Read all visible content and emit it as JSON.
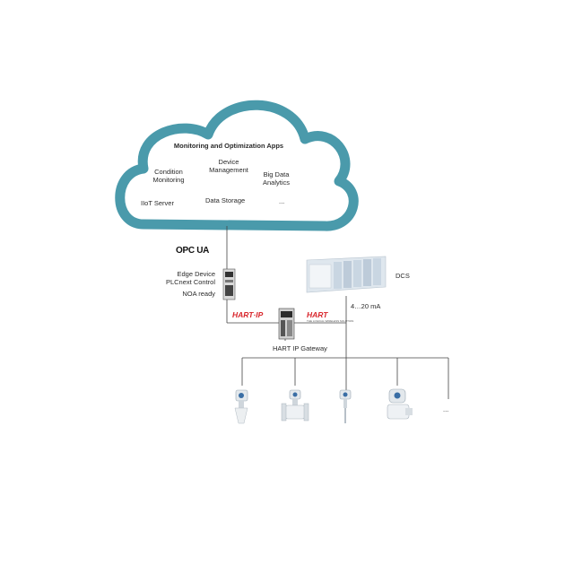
{
  "cloud": {
    "title": "Monitoring and Optimization Apps",
    "items": {
      "condition_monitoring": [
        "Condition",
        "Monitoring"
      ],
      "device_management": [
        "Device",
        "Management"
      ],
      "big_data_analytics": [
        "Big Data",
        "Analytics"
      ],
      "iiot_server": "IIoT Server",
      "data_storage": "Data Storage",
      "more": "..."
    }
  },
  "protocol_logo": "OPC UA",
  "edge_device": {
    "lines": [
      "Edge Device",
      "PLCnext Control",
      "NOA ready"
    ]
  },
  "hart_ip_logo": "HART·IP",
  "hart_logo": "HART",
  "hart_logo_tagline": "THE LOGICAL WIRELESS SOLUTION",
  "gateway_label": "HART IP Gateway",
  "dcs_label": "DCS",
  "signal_label": "4…20 mA",
  "field_more": "...",
  "colors": {
    "cloud_outline": "#4a9aab",
    "line": "#444444",
    "hart_red": "#d8262c",
    "dcs_fill": "#dfe7ee"
  },
  "icons": [
    "cloud",
    "plc-controller-icon",
    "gateway-icon",
    "dcs-cabinet-icon",
    "radar-level-sensor-icon",
    "flowmeter-icon",
    "temperature-sensor-icon",
    "pressure-transmitter-icon"
  ]
}
